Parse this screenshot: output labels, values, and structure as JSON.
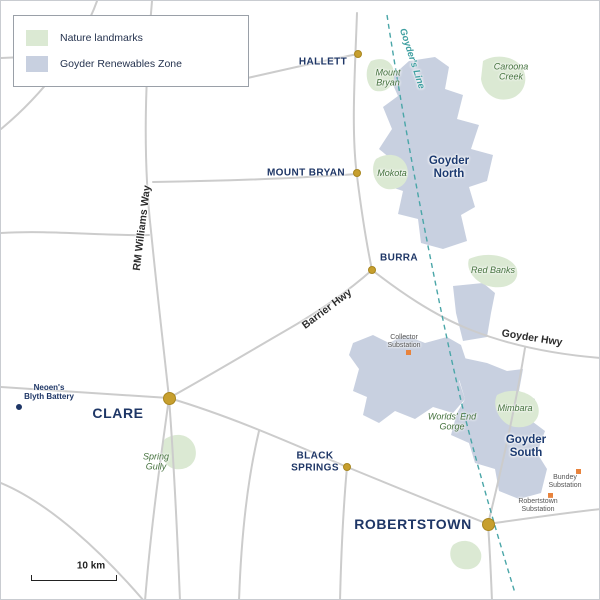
{
  "legend": {
    "items": [
      {
        "label": "Nature landmarks"
      },
      {
        "label": "Goyder Renewables Zone"
      }
    ]
  },
  "towns": {
    "hallett": "HALLETT",
    "mount_bryan": "MOUNT BRYAN",
    "burra": "BURRA",
    "clare": "CLARE",
    "black_springs": [
      "BLACK",
      "SPRINGS"
    ],
    "robertstown": "ROBERTSTOWN"
  },
  "zones": {
    "north": [
      "Goyder",
      "North"
    ],
    "south": [
      "Goyder",
      "South"
    ]
  },
  "nature_landmarks": {
    "mount_bryan": [
      "Mount",
      "Bryan"
    ],
    "caroona_creek": [
      "Caroona",
      "Creek"
    ],
    "mokota": "Mokota",
    "red_banks": "Red Banks",
    "worlds_end_gorge": [
      "Worlds' End",
      "Gorge"
    ],
    "mimbara": "Mimbara",
    "spring_gully": [
      "Spring",
      "Gully"
    ]
  },
  "highways": {
    "rm_williams_way": "RM Williams Way",
    "barrier_hwy": "Barrier Hwy",
    "goyder_hwy": "Goyder Hwy"
  },
  "boundary": {
    "goyders_line": "Goyder's Line"
  },
  "substations": {
    "collector": [
      "Collector",
      "Substation"
    ],
    "bundey": [
      "Bundey",
      "Substation"
    ],
    "robertstown": [
      "Robertstown",
      "Substation"
    ]
  },
  "poi": {
    "neoen_blyth_battery": [
      "Neoen's",
      "Blyth Battery"
    ]
  },
  "scale_bar": {
    "label": "10 km"
  },
  "colors": {
    "nature_fill": "#dbe9d3",
    "zone_fill": "#c8d0e0",
    "town_dot": "#c79f2e",
    "navy_text": "#1e3666",
    "green_text": "#44713d",
    "goyders_line": "#4aa6a8",
    "road": "#cccccc",
    "substation": "#e8833c"
  }
}
